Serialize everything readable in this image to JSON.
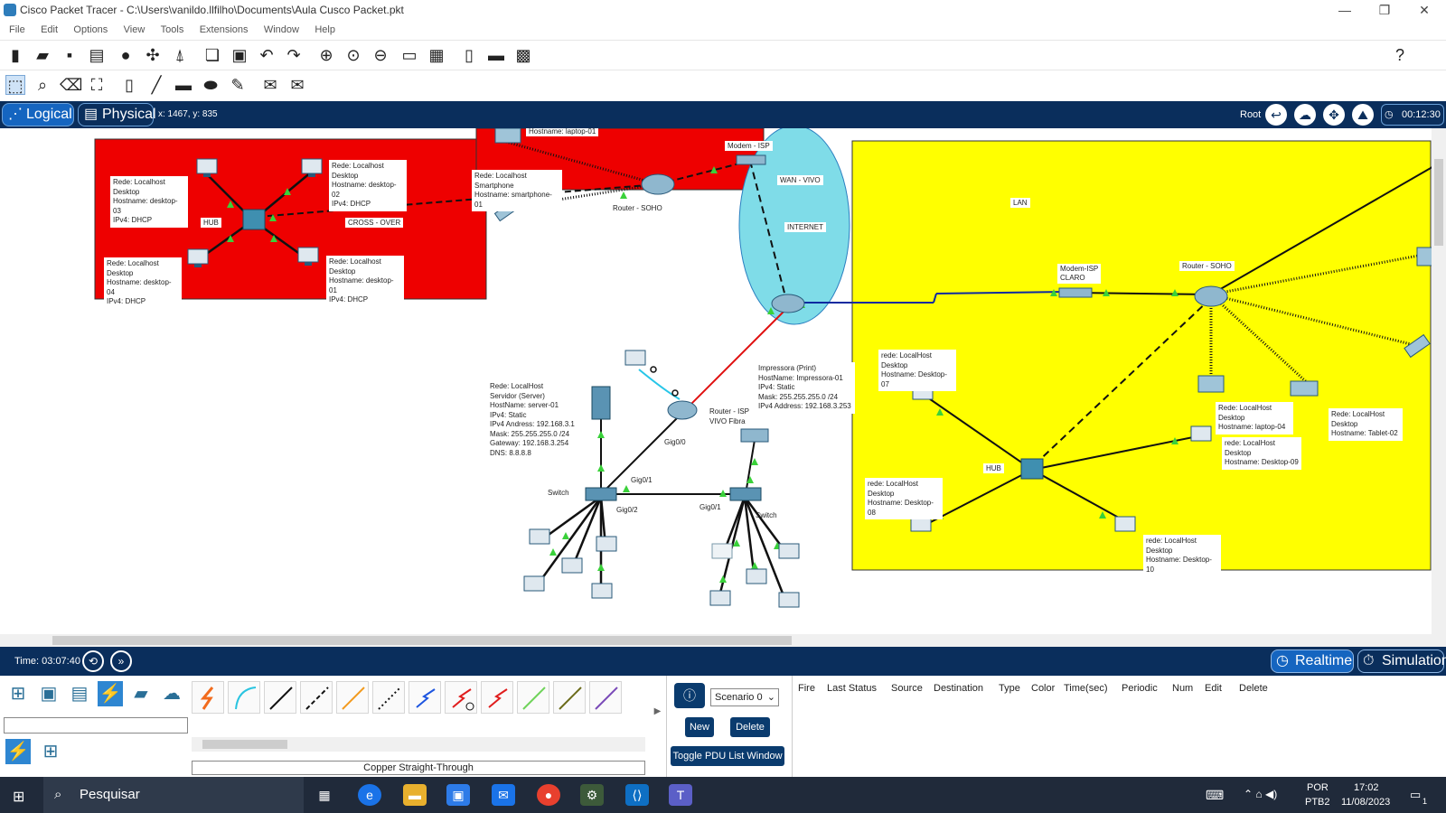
{
  "window": {
    "title": "Cisco Packet Tracer - C:\\Users\\vanildo.llfilho\\Documents\\Aula Cusco Packet.pkt",
    "controls": [
      "—",
      "❐",
      "✕"
    ]
  },
  "menu": [
    "File",
    "Edit",
    "Options",
    "View",
    "Tools",
    "Extensions",
    "Window",
    "Help"
  ],
  "logicalbar": {
    "logical_label": "Logical",
    "physical_label": "Physical",
    "coords": "x: 1467, y: 835",
    "root_label": "Root",
    "clock": "00:12:30"
  },
  "workspace": {
    "areas": {
      "wan_label": "WAN - VIVO",
      "internet_label": "INTERNET",
      "lan_label": "LAN",
      "colors": {
        "red_zone": "#ee0000",
        "yellow_zone": "#ffff00",
        "cloud": "#7fdce8"
      }
    },
    "notes": [
      "Rede: Localhost\nDesktop\nHostname: desktop-03\nIPv4: DHCP",
      "Rede: Localhost\nDesktop\nHostname: desktop-02\nIPv4: DHCP",
      "Rede: Localhost\nDesktop\nHostname: desktop-04\nIPv4: DHCP",
      "Rede: Localhost\nDesktop\nHostname: desktop-01\nIPv4: DHCP",
      "Rede: Localhost\nSmartphone\nHostname: smartphone-01",
      "Rede: LocalHost\nServidor (Server)\nHostName: server-01\nIPv4: Static\nIPv4 Andress: 192.168.3.1\nMask: 255.255.255.0 /24\nGateway: 192.168.3.254\nDNS: 8.8.8.8",
      "Impressora (Print)\nHostName: Impressora-01\nIPv4: Static\nMask: 255.255.255.0 /24\nIPv4 Address: 192.168.3.253",
      "rede: LocalHost\nDesktop\nHostname: Desktop-07",
      "rede: LocalHost\nDesktop\nHostname: Desktop-08",
      "Rede: LocalHost\nDesktop\nHostname: laptop-04",
      "rede: LocalHost\nDesktop\nHostname: Desktop-09",
      "Rede: LocalHost\nDesktop\nHostname: Tablet-02",
      "rede: LocalHost\nDesktop\nHostname: Desktop-10"
    ],
    "labels": {
      "laptop_host": "Hostname: laptop-01",
      "hub_red": "HUB",
      "cross_over": "CROSS - OVER",
      "router_soho_red": "Router - SOHO",
      "modem_isp_red": "Modem - ISP",
      "router_isp": "Router - ISP\nVIVO Fibra",
      "gig00": "Gig0/0",
      "gig01_left": "Gig0/1",
      "gig02": "Gig0/2",
      "gig01_right": "Gig0/1",
      "switch_left": "Switch",
      "switch_right": "Switch",
      "modem_claro": "Modem-ISP\nCLARO",
      "router_soho_yellow": "Router - SOHO",
      "hub_yellow": "HUB"
    }
  },
  "timebar": {
    "time": "Time: 03:07:40",
    "realtime_label": "Realtime",
    "simulation_label": "Simulation"
  },
  "bottom": {
    "connection_label": "Copper Straight-Through",
    "scenario": "Scenario 0",
    "new_label": "New",
    "delete_label": "Delete",
    "toggle_label": "Toggle PDU List Window",
    "pdu_columns": [
      "Fire",
      "Last Status",
      "Source",
      "Destination",
      "Type",
      "Color",
      "Time(sec)",
      "Periodic",
      "Num",
      "Edit",
      "Delete"
    ]
  },
  "taskbar": {
    "search_placeholder": "Pesquisar",
    "lang_top": "POR",
    "lang_bottom": "PTB2",
    "time": "17:02",
    "date": "11/08/2023",
    "notification_count": "1"
  }
}
